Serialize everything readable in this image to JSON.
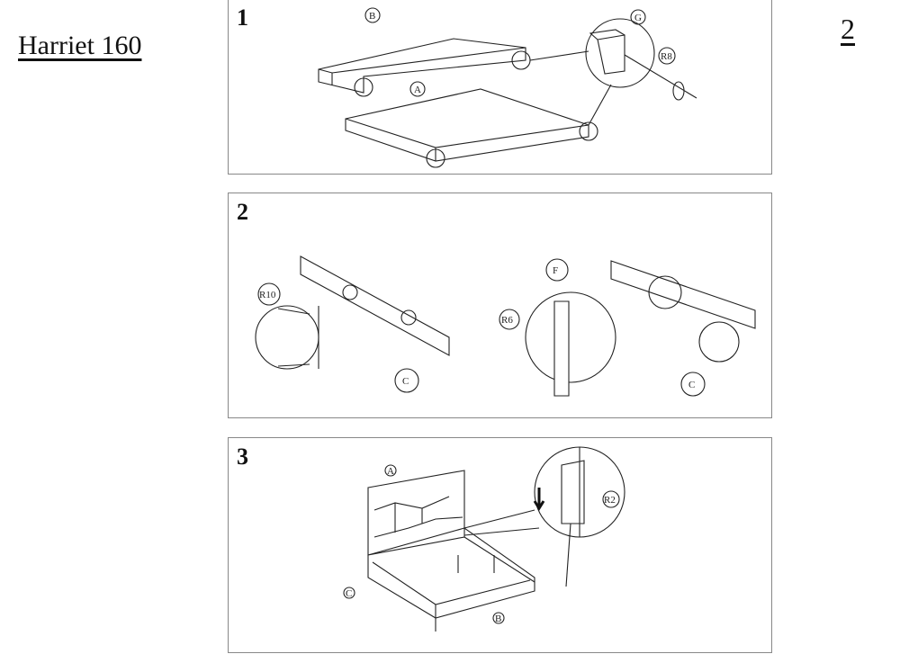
{
  "header": {
    "title": "Harriet 160",
    "page_number": "2"
  },
  "steps": [
    {
      "number": "1",
      "labels": {
        "b": "B",
        "a": "A",
        "g": "G",
        "r": "R8"
      }
    },
    {
      "number": "2",
      "labels": {
        "r10": "R10",
        "c1": "C",
        "f": "F",
        "r6": "R6",
        "c2": "C"
      }
    },
    {
      "number": "3",
      "labels": {
        "a": "A",
        "c": "C",
        "b": "B",
        "r": "R2"
      }
    }
  ]
}
